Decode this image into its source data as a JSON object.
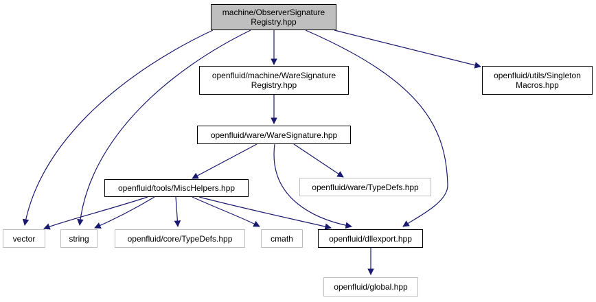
{
  "nodes": {
    "root": {
      "line1": "machine/ObserverSignature",
      "line2": "Registry.hpp"
    },
    "ware_sig_reg": {
      "line1": "openfluid/machine/WareSignature",
      "line2": "Registry.hpp"
    },
    "singleton": {
      "line1": "openfluid/utils/Singleton",
      "line2": "Macros.hpp"
    },
    "ware_signature": {
      "label": "openfluid/ware/WareSignature.hpp"
    },
    "misc_helpers": {
      "label": "openfluid/tools/MiscHelpers.hpp"
    },
    "ware_typedefs": {
      "label": "openfluid/ware/TypeDefs.hpp"
    },
    "vector": {
      "label": "vector"
    },
    "string": {
      "label": "string"
    },
    "core_typedefs": {
      "label": "openfluid/core/TypeDefs.hpp"
    },
    "cmath": {
      "label": "cmath"
    },
    "dllexport": {
      "label": "openfluid/dllexport.hpp"
    },
    "global": {
      "label": "openfluid/global.hpp"
    }
  },
  "colors": {
    "edge": "#191970",
    "external_border": "#bfbfbf",
    "root_fill": "#bfbfbf"
  }
}
